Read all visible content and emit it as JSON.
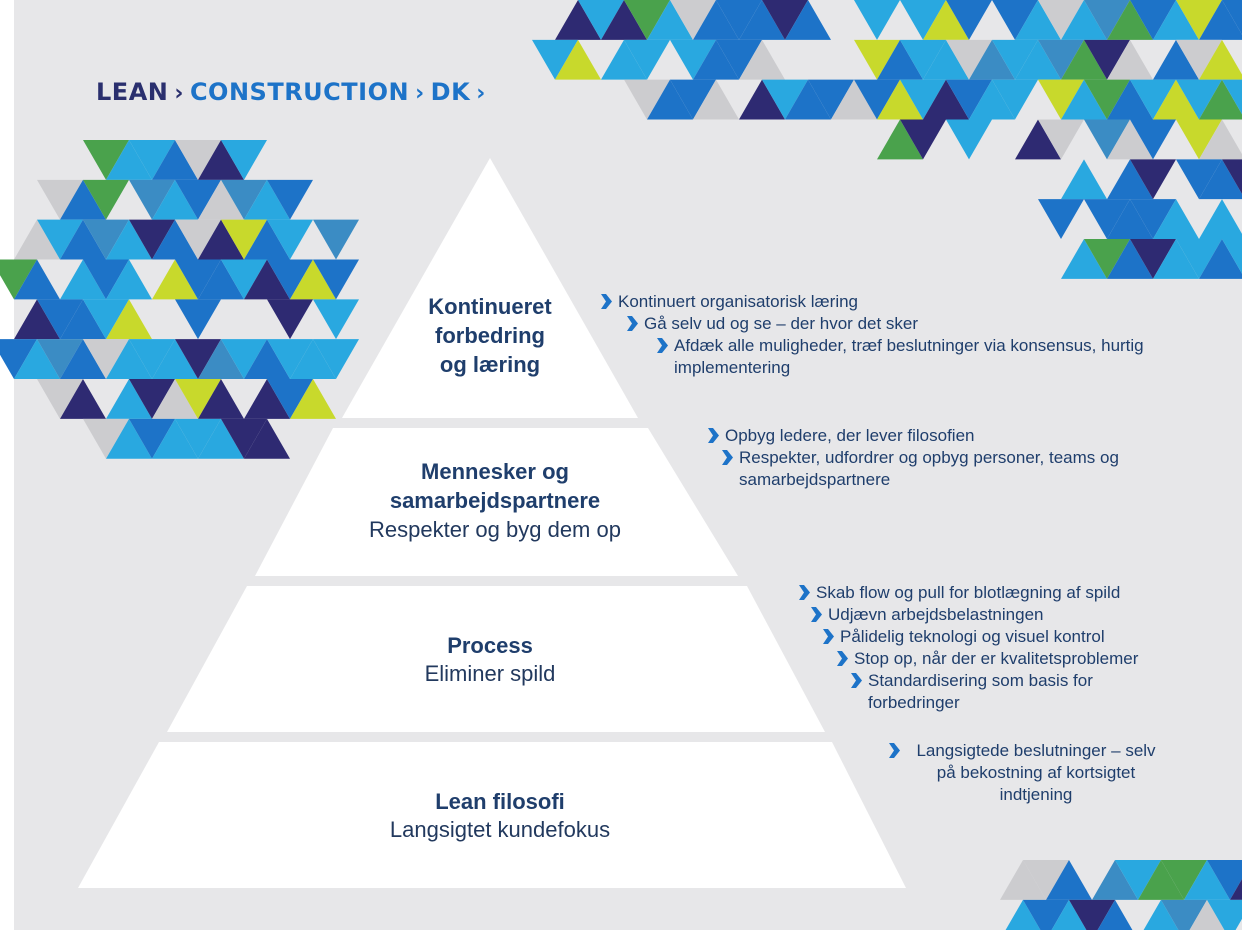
{
  "brand": {
    "parts": [
      "LEAN",
      "CONSTRUCTION",
      "DK"
    ],
    "separator": "›",
    "colors": {
      "lean": "#2a2f6e",
      "rest": "#1d73c8"
    }
  },
  "colors": {
    "background": "#e7e7e9",
    "pyramid": "#ffffff",
    "text": "#1f3e6c",
    "bullet_arrow": "#1d73c8",
    "deco_palette": [
      "#1d73c8",
      "#29a8e0",
      "#2e2a72",
      "#c8d92c",
      "#cccccf",
      "#4aa24c",
      "#3b8cc4"
    ]
  },
  "tiers": [
    {
      "title": "Kontinueret forbedring og læring",
      "subtitle": "",
      "title_lines": [
        "Kontinueret",
        "forbedring",
        "og læring"
      ]
    },
    {
      "title": "Mennesker og samarbejdspartnere",
      "subtitle": "Respekter og byg dem op",
      "title_lines": [
        "Mennesker og",
        "samarbejdspartnere"
      ]
    },
    {
      "title": "Process",
      "subtitle": "Eliminer spild",
      "title_lines": [
        "Process"
      ]
    },
    {
      "title": "Lean filosofi",
      "subtitle": "Langsigtet kundefokus",
      "title_lines": [
        "Lean filosofi"
      ]
    }
  ],
  "bullet_groups": [
    [
      "Kontinuert organisatorisk læring",
      "Gå selv ud og se – der hvor det sker",
      "Afdæk alle muligheder, træf beslutninger via konsensus, hurtig implementering"
    ],
    [
      "Opbyg ledere, der lever filosofien",
      "Respekter, udfordrer og opbyg personer, teams og samarbejdspartnere"
    ],
    [
      "Skab flow og pull for blotlægning af spild",
      "Udjævn arbejdsbelastningen",
      "Pålidelig teknologi og visuel kontrol",
      "Stop op, når der er kvalitetsproblemer",
      "Standardisering som basis for forbedringer"
    ],
    [
      "Langsigtede beslutninger – selv på bekostning af kortsigtet indtjening"
    ]
  ]
}
